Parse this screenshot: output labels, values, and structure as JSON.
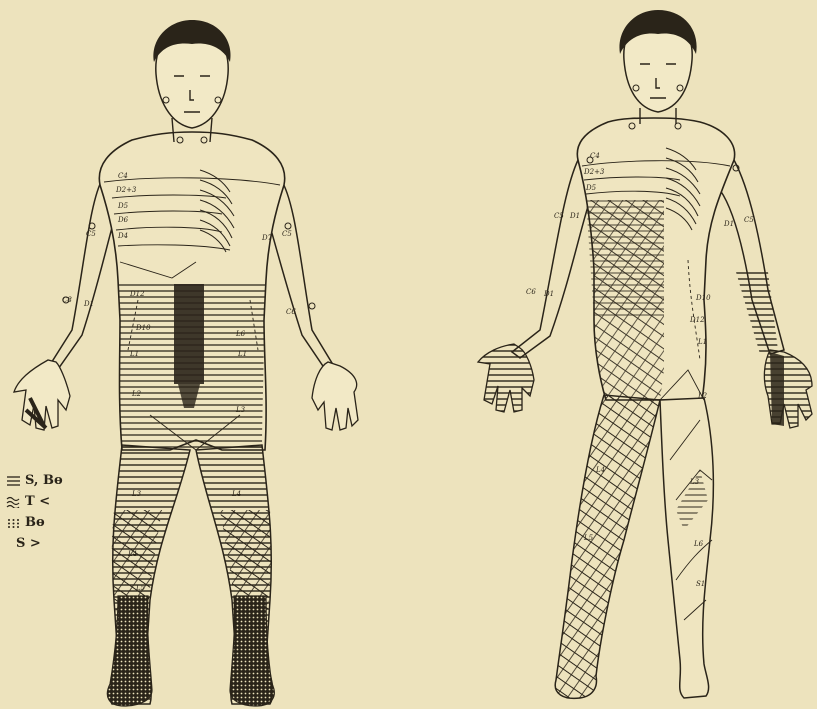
{
  "colors": {
    "paper": "#ede3bd",
    "ink": "#2a2419"
  },
  "legend": {
    "rows": [
      {
        "icon": "horizontal-lines-icon",
        "text": "S, Bɵ"
      },
      {
        "icon": "wavy-lines-icon",
        "text": "T <"
      },
      {
        "icon": "dots-icon",
        "text": "Bɵ"
      },
      {
        "icon": "",
        "text": "S >"
      }
    ]
  },
  "left_figure": {
    "labels": [
      "C4",
      "D2+3",
      "D5",
      "D6",
      "D4",
      "C5",
      "C8",
      "D1",
      "D7",
      "C5",
      "C6",
      "D12",
      "D10",
      "L1",
      "L2",
      "L3",
      "L4",
      "L5",
      "L6",
      "L1",
      "L3",
      "L4"
    ]
  },
  "right_figure": {
    "labels": [
      "C4",
      "D2+3",
      "D5",
      "C5",
      "D1",
      "D1",
      "C5",
      "C6",
      "D1",
      "D10",
      "D12",
      "L1",
      "L2",
      "L3",
      "L4",
      "L5",
      "L6",
      "S1"
    ]
  }
}
